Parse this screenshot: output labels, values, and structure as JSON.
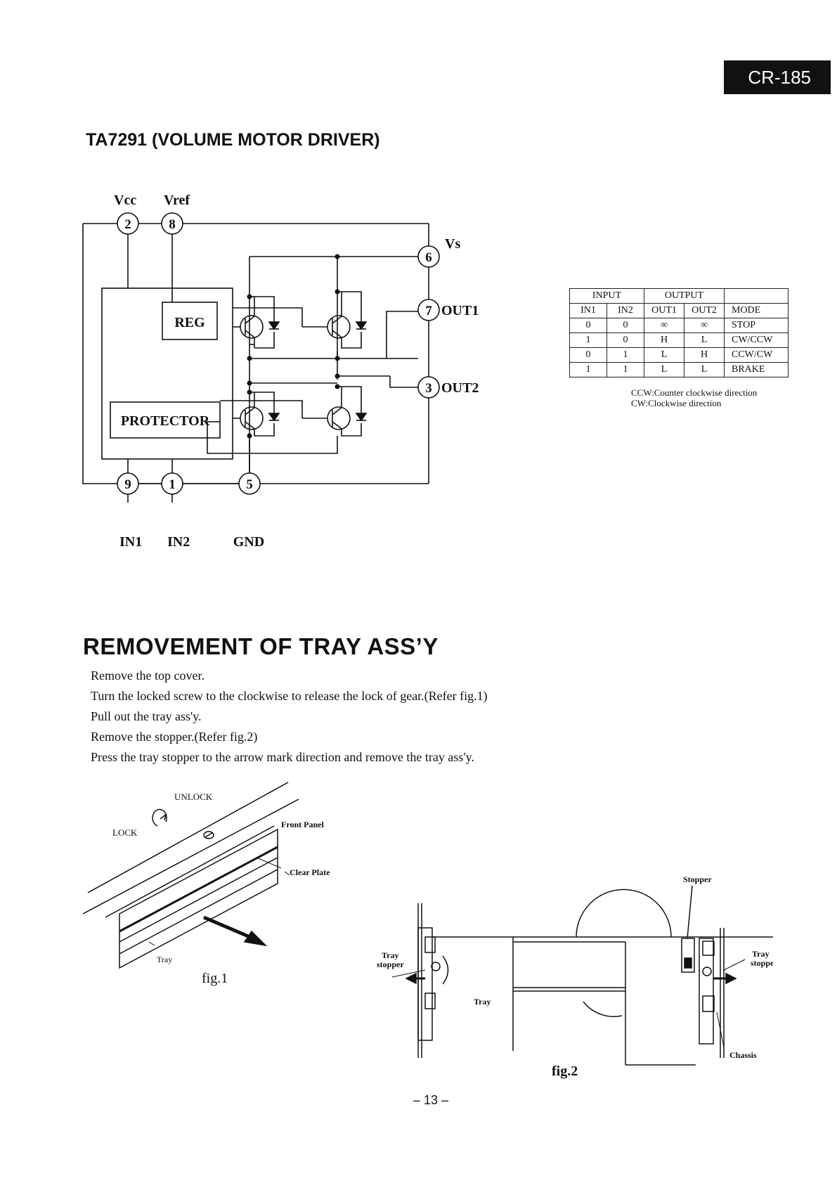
{
  "header": {
    "model": "CR-185"
  },
  "ic": {
    "title": "TA7291 (VOLUME MOTOR DRIVER)",
    "pins": {
      "vcc": {
        "number": "2",
        "label": "Vcc"
      },
      "vref": {
        "number": "8",
        "label": "Vref"
      },
      "vs": {
        "number": "6",
        "label": "Vs"
      },
      "out1": {
        "number": "7",
        "label": "OUT1"
      },
      "out2": {
        "number": "3",
        "label": "OUT2"
      },
      "in1": {
        "number": "9",
        "label": "IN1"
      },
      "in2": {
        "number": "1",
        "label": "IN2"
      },
      "gnd": {
        "number": "5",
        "label": "GND"
      }
    },
    "blocks": {
      "reg": "REG",
      "protector": "PROTECTOR"
    }
  },
  "truth_table": {
    "group_headers": [
      "INPUT",
      "OUTPUT"
    ],
    "columns": [
      "IN1",
      "IN2",
      "OUT1",
      "OUT2",
      "MODE"
    ],
    "rows": [
      [
        "0",
        "0",
        "∞",
        "∞",
        "STOP"
      ],
      [
        "1",
        "0",
        "H",
        "L",
        "CW/CCW"
      ],
      [
        "0",
        "1",
        "L",
        "H",
        "CCW/CW"
      ],
      [
        "1",
        "1",
        "L",
        "L",
        "BRAKE"
      ]
    ],
    "notes": [
      "CCW:Counter clockwise direction",
      "CW:Clockwise direction"
    ]
  },
  "section": {
    "title": "REMOVEMENT OF TRAY ASS’Y",
    "steps": [
      "Remove the top cover.",
      "Turn the locked screw to the clockwise to release the lock of gear.(Refer fig.1)",
      "Pull out the tray ass'y.",
      "Remove the stopper.(Refer fig.2)",
      "Press the tray stopper to the arrow mark direction and remove the tray ass'y."
    ]
  },
  "fig1": {
    "caption": "fig.1",
    "labels": {
      "unlock": "UNLOCK",
      "lock": "LOCK",
      "front_panel": "Front Panel",
      "clear_plate": "Clear Plate",
      "tray": "Tray"
    }
  },
  "fig2": {
    "caption": "fig.2",
    "labels": {
      "stopper": "Stopper",
      "tray_stopper_line1": "Tray",
      "tray_stopper_line2": "stopper",
      "tray": "Tray",
      "chassis": "Chassis"
    }
  },
  "footer": {
    "page": "– 13 –"
  }
}
